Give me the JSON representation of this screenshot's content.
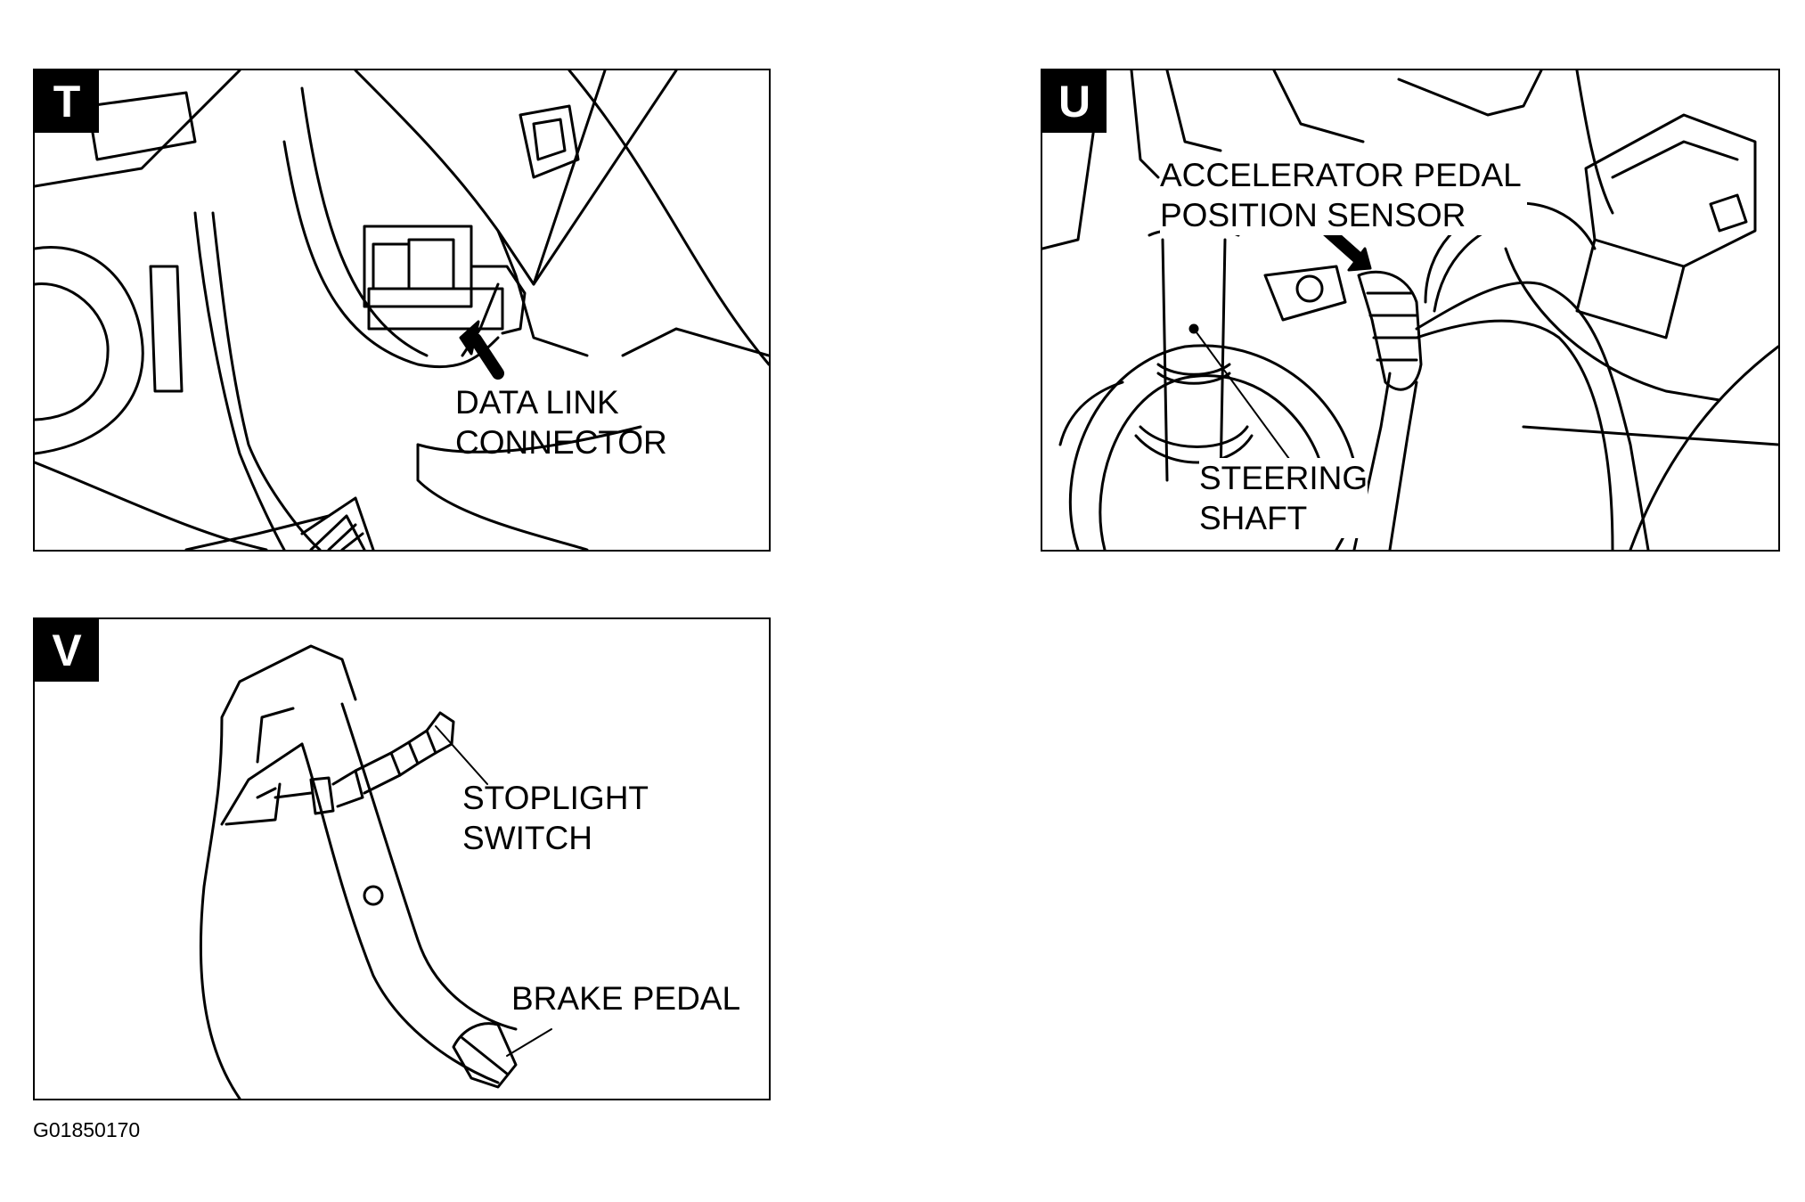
{
  "panels": {
    "t": {
      "badge": "T",
      "label_line1": "DATA LINK",
      "label_line2": "CONNECTOR"
    },
    "u": {
      "badge": "U",
      "label_a_line1": "ACCELERATOR PEDAL",
      "label_a_line2": "POSITION SENSOR",
      "label_b_line1": "STEERING",
      "label_b_line2": "SHAFT"
    },
    "v": {
      "badge": "V",
      "label_a_line1": "STOPLIGHT",
      "label_a_line2": "SWITCH",
      "label_b": "BRAKE PEDAL"
    }
  },
  "figure_code": "G01850170",
  "colors": {
    "ink": "#000000",
    "paper": "#ffffff"
  }
}
